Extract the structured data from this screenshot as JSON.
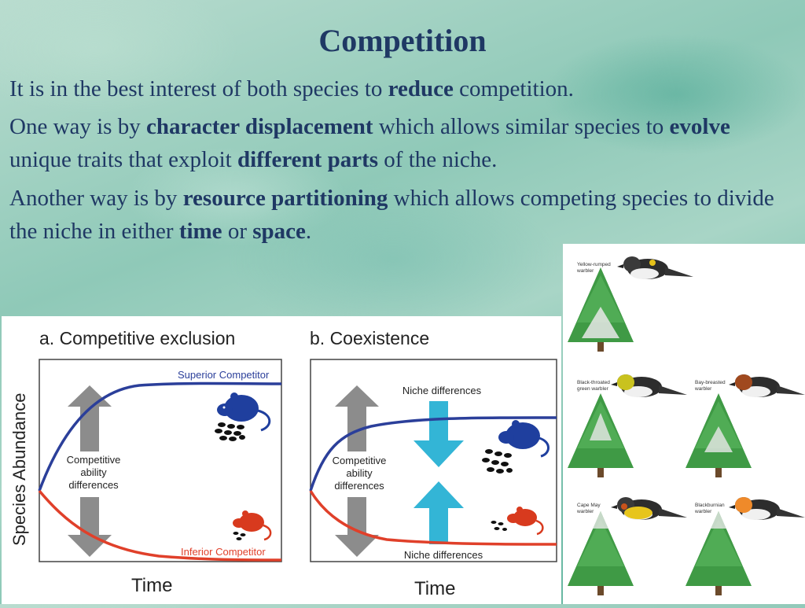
{
  "slide": {
    "title": "Competition",
    "p1": {
      "a": "It is in the best interest of both species to ",
      "b": "reduce",
      "c": " competition."
    },
    "p2": {
      "a": "One way is by ",
      "b": "character displacement",
      "c": " which allows similar species to ",
      "d": "evolve",
      "e": " unique traits that exploit ",
      "f": "different parts",
      "g": " of the niche."
    },
    "p3": {
      "a": "Another way is by ",
      "b": "resource partitioning",
      "c": " which allows competing species to divide the niche in either ",
      "d": "time",
      "e": " or ",
      "f": "space",
      "g": "."
    }
  },
  "diagram": {
    "panel_a": {
      "title": "a. Competitive exclusion",
      "superior_label": "Superior Competitor",
      "inferior_label": "Inferior Competitor",
      "arrow_label_1": "Competitive",
      "arrow_label_2": "ability",
      "arrow_label_3": "differences",
      "xlabel": "Time",
      "ylabel": "Species Abundance"
    },
    "panel_b": {
      "title": "b. Coexistence",
      "niche_top": "Niche differences",
      "niche_bottom": "Niche differences",
      "arrow_label_1": "Competitive",
      "arrow_label_2": "ability",
      "arrow_label_3": "differences",
      "xlabel": "Time"
    },
    "colors": {
      "superior": "#2b3f9a",
      "inferior": "#e0402a",
      "gray_arrow": "#8c8c8c",
      "cyan_arrow": "#33b5d6",
      "blue_animal": "#1f3f9e",
      "red_animal": "#d83a1e"
    }
  },
  "warblers": {
    "b1": {
      "name1": "Yellow-rumped",
      "name2": "warbler"
    },
    "b2": {
      "name1": "Black-throated",
      "name2": "green warbler"
    },
    "b3": {
      "name1": "Bay-breasted",
      "name2": "warbler"
    },
    "b4": {
      "name1": "Cape May",
      "name2": "warbler"
    },
    "b5": {
      "name1": "Blackburnian",
      "name2": "warbler"
    }
  }
}
